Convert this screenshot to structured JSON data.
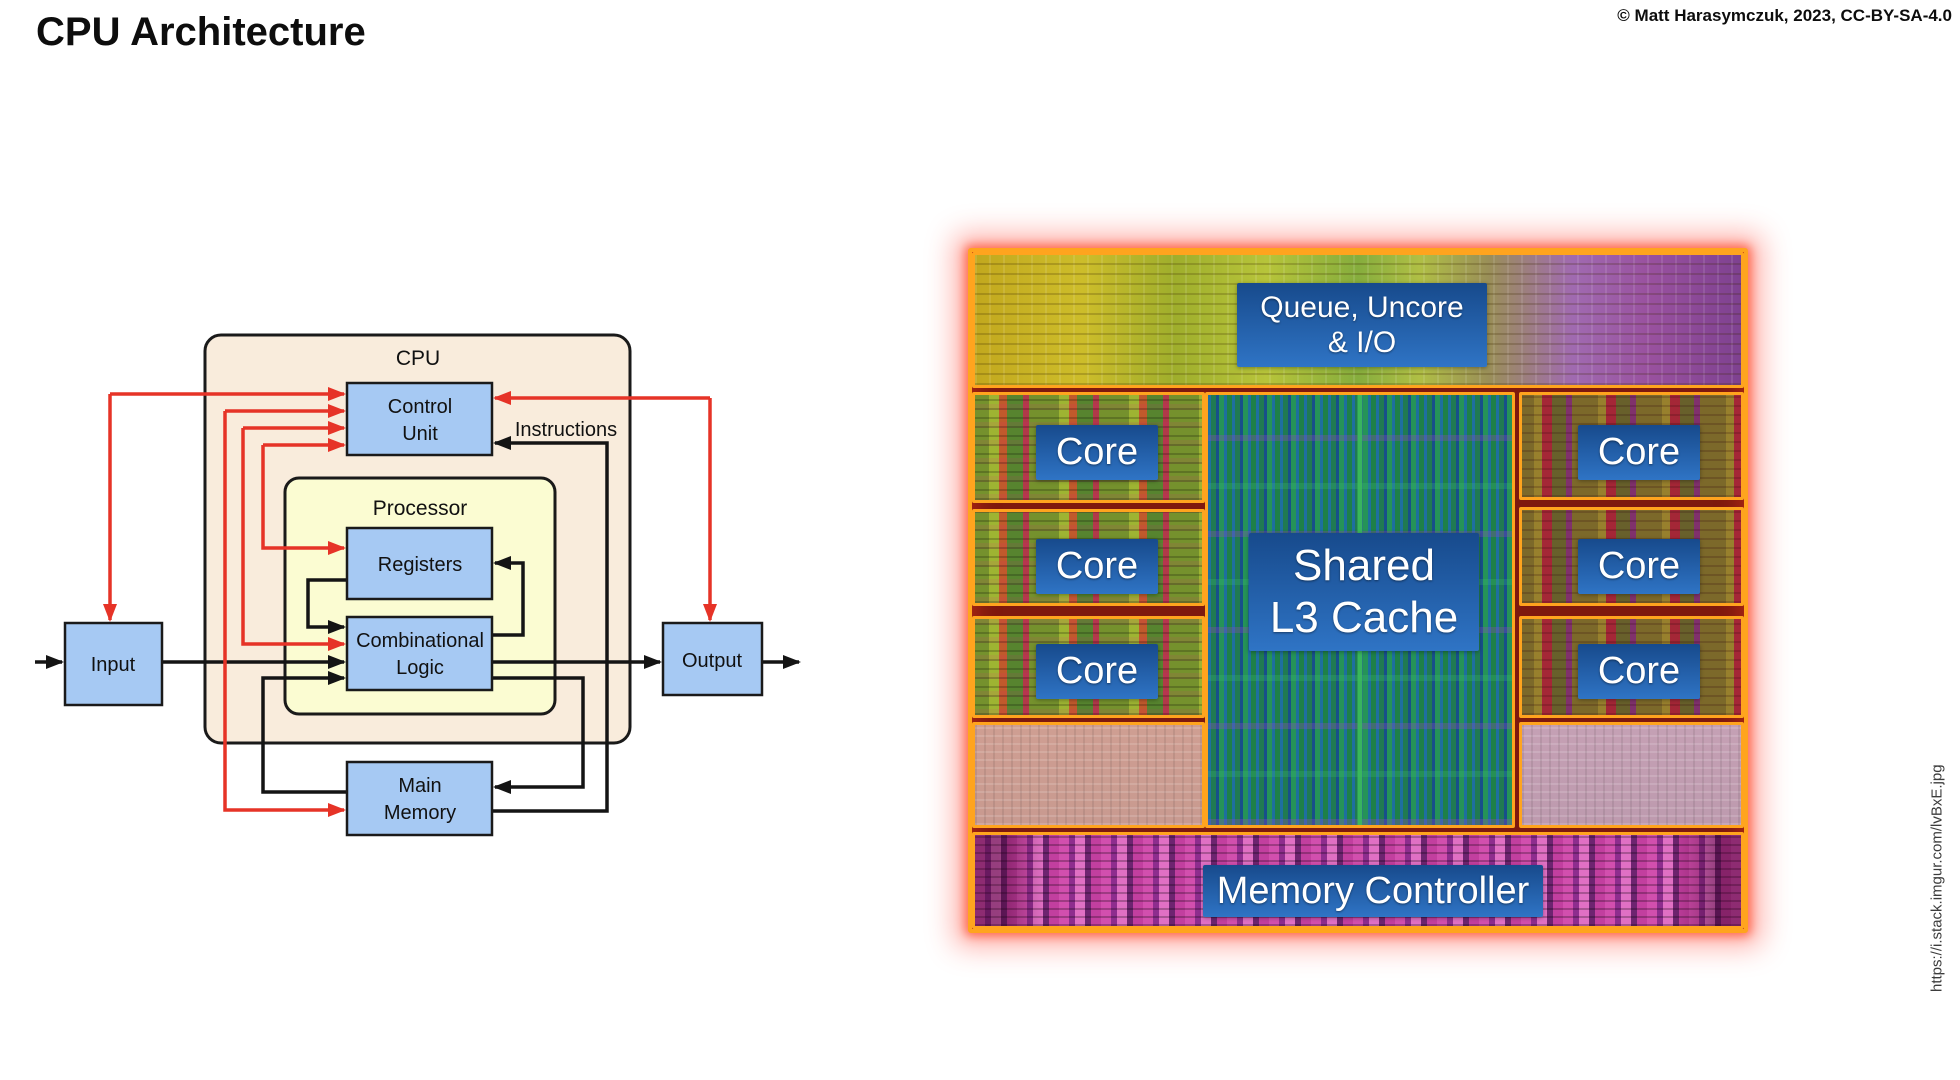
{
  "header": {
    "title": "CPU Architecture",
    "copyright": "© Matt Harasymczuk, 2023, CC-BY-SA-4.0"
  },
  "block_diagram": {
    "cpu_label": "CPU",
    "processor_label": "Processor",
    "control_unit": {
      "line1": "Control",
      "line2": "Unit"
    },
    "registers_label": "Registers",
    "combinational_logic": {
      "line1": "Combinational",
      "line2": "Logic"
    },
    "main_memory": {
      "line1": "Main",
      "line2": "Memory"
    },
    "input_label": "Input",
    "output_label": "Output",
    "instructions_label": "Instructions",
    "colors": {
      "cpu_fill": "#f9ecdc",
      "processor_fill": "#fbfcd2",
      "block_fill": "#a6c9f3",
      "control_line_red": "#e63327",
      "data_line_black": "#141414"
    }
  },
  "die_photo": {
    "labels": {
      "queue_uncore_io": {
        "line1": "Queue, Uncore",
        "line2": "& I/O"
      },
      "cores_left": [
        "Core",
        "Core",
        "Core"
      ],
      "cores_right": [
        "Core",
        "Core",
        "Core"
      ],
      "shared_l3": {
        "line1": "Shared",
        "line2": "L3 Cache"
      },
      "memory_controller": "Memory Controller"
    },
    "colors": {
      "label_gradient_top": "#174a8c",
      "label_gradient_bottom": "#2f74c5",
      "outline": "#ffa41e",
      "glow": "#ff3c2d"
    }
  },
  "footer": {
    "image_credit_url": "https://i.stack.imgur.com/lvBxE.jpg"
  }
}
